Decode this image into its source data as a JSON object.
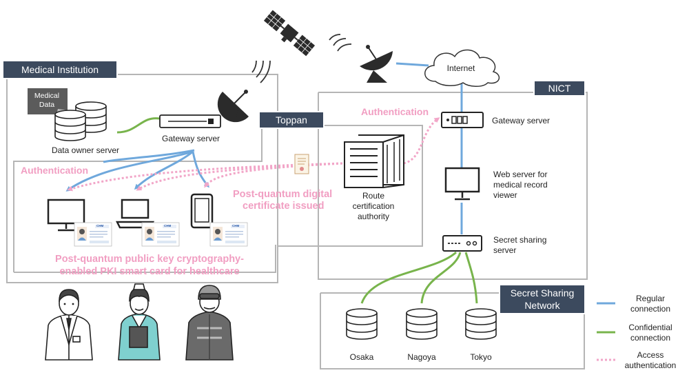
{
  "regions": {
    "medical_institution": "Medical Institution",
    "toppan": "Toppan",
    "nict": "NICT",
    "secret_sharing_network": [
      "Secret Sharing",
      "Network"
    ]
  },
  "nodes": {
    "medical_data": [
      "Medical",
      "Data"
    ],
    "data_owner_server": "Data owner server",
    "gateway_server_left": "Gateway server",
    "internet": "Internet",
    "gateway_server_nict": "Gateway server",
    "web_server": [
      "Web server for",
      "medical record",
      "viewer"
    ],
    "secret_sharing_server": [
      "Secret sharing",
      "server"
    ],
    "route_certification_authority": [
      "Route",
      "certification",
      "authority"
    ],
    "osaka": "Osaka",
    "nagoya": "Nagoya",
    "tokyo": "Tokyo"
  },
  "annotations": {
    "authentication_left": "Authentication",
    "authentication_right": "Authentication",
    "certificate_issued": [
      "Post-quantum digital",
      "certificate issued"
    ],
    "pki_card": [
      "Post-quantum public key cryptography-",
      "enabled PKI smart card for healthcare"
    ]
  },
  "legend": {
    "regular": [
      "Regular",
      "connection"
    ],
    "confidential": [
      "Confidential",
      "connection"
    ],
    "access": [
      "Access",
      "authentication"
    ]
  },
  "colors": {
    "regular_line": "#6fa8dc",
    "confidential_line": "#78b44c",
    "access_line": "#f2a6c8",
    "region_tag": "#3c4a5e",
    "frame_line": "#b5b5b5",
    "pink_text": "#f19ec2"
  },
  "icons": [
    "satellite-icon",
    "satellite-dish-icon",
    "server-rack-icon",
    "monitor-icon",
    "laptop-icon",
    "tablet-icon",
    "smart-card-icon",
    "certificate-icon",
    "doctor-icon",
    "nurse-icon",
    "rescue-worker-icon",
    "database-icon",
    "cloud-icon"
  ]
}
